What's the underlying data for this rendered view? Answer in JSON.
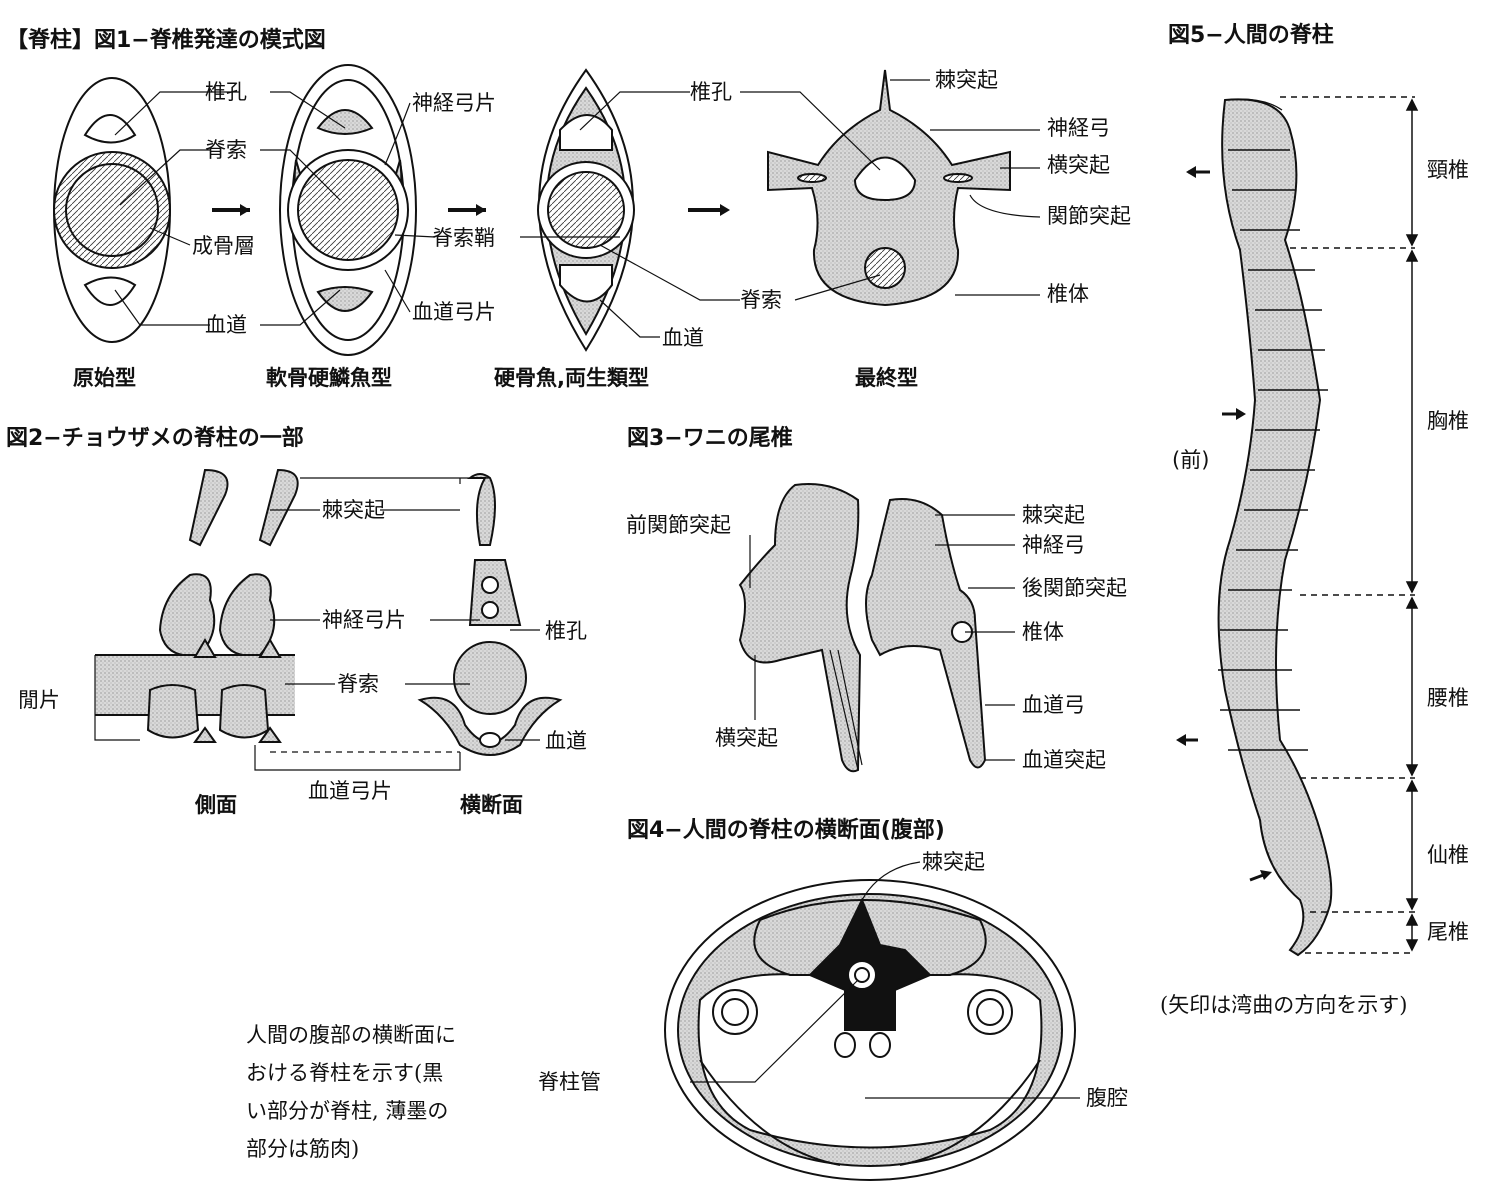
{
  "colors": {
    "ink": "#111111",
    "stipple": "#d6d6d6",
    "stipple_dark": "#bdbdbd",
    "paper": "#ffffff"
  },
  "fig1": {
    "title": "【脊柱】図1−脊椎発達の模式図",
    "labels": {
      "tsuikou": "椎孔",
      "sekisaku": "脊索",
      "seikotsusou": "成骨層",
      "kekkan": "血道",
      "shinkei_kyuhen": "神経弓片",
      "sekisaku_shou": "脊索鞘",
      "kekkan_kyuhen": "血道弓片",
      "tsuikou2": "椎孔",
      "sekisaku2": "脊索",
      "kekkan2": "血道",
      "kyoku_tokki": "棘突起",
      "shinkeikyu": "神経弓",
      "oudotokki": "横突起",
      "kansetsu_tokki": "関節突起",
      "tsuitai": "椎体"
    },
    "captions": [
      "原始型",
      "軟骨硬鱗魚型",
      "硬骨魚,両生類型",
      "最終型"
    ]
  },
  "fig2": {
    "title": "図2−チョウザメの脊柱の一部",
    "labels": {
      "kyoku_tokki": "棘突起",
      "shinkei_kyuhen": "神経弓片",
      "tsuikou": "椎孔",
      "kanpen": "閒片",
      "sekisaku": "脊索",
      "kekkan": "血道",
      "kekkan_kyuhen": "血道弓片"
    },
    "captions": [
      "側面",
      "横断面"
    ]
  },
  "fig3": {
    "title": "図3−ワニの尾椎",
    "labels": {
      "mae_kansetsu": "前関節突起",
      "oudotokki": "横突起",
      "kyoku_tokki": "棘突起",
      "shinkeikyu": "神経弓",
      "ato_kansetsu": "後関節突起",
      "tsuitai": "椎体",
      "kekkankyu": "血道弓",
      "kekkan_tokki": "血道突起"
    }
  },
  "fig4": {
    "title": "図4−人間の脊柱の横断面(腹部)",
    "labels": {
      "kyoku_tokki": "棘突起",
      "sekichuukan": "脊柱管",
      "fukukuu": "腹腔"
    },
    "note": [
      "人間の腹部の横断面に",
      "おける脊柱を示す(黒",
      "い部分が脊柱, 薄墨の",
      "部分は筋肉)"
    ]
  },
  "fig5": {
    "title": "図5−人間の脊柱",
    "regions": [
      "頸椎",
      "胸椎",
      "腰椎",
      "仙椎",
      "尾椎"
    ],
    "front": "(前)",
    "note": "(矢印は湾曲の方向を示す)"
  }
}
